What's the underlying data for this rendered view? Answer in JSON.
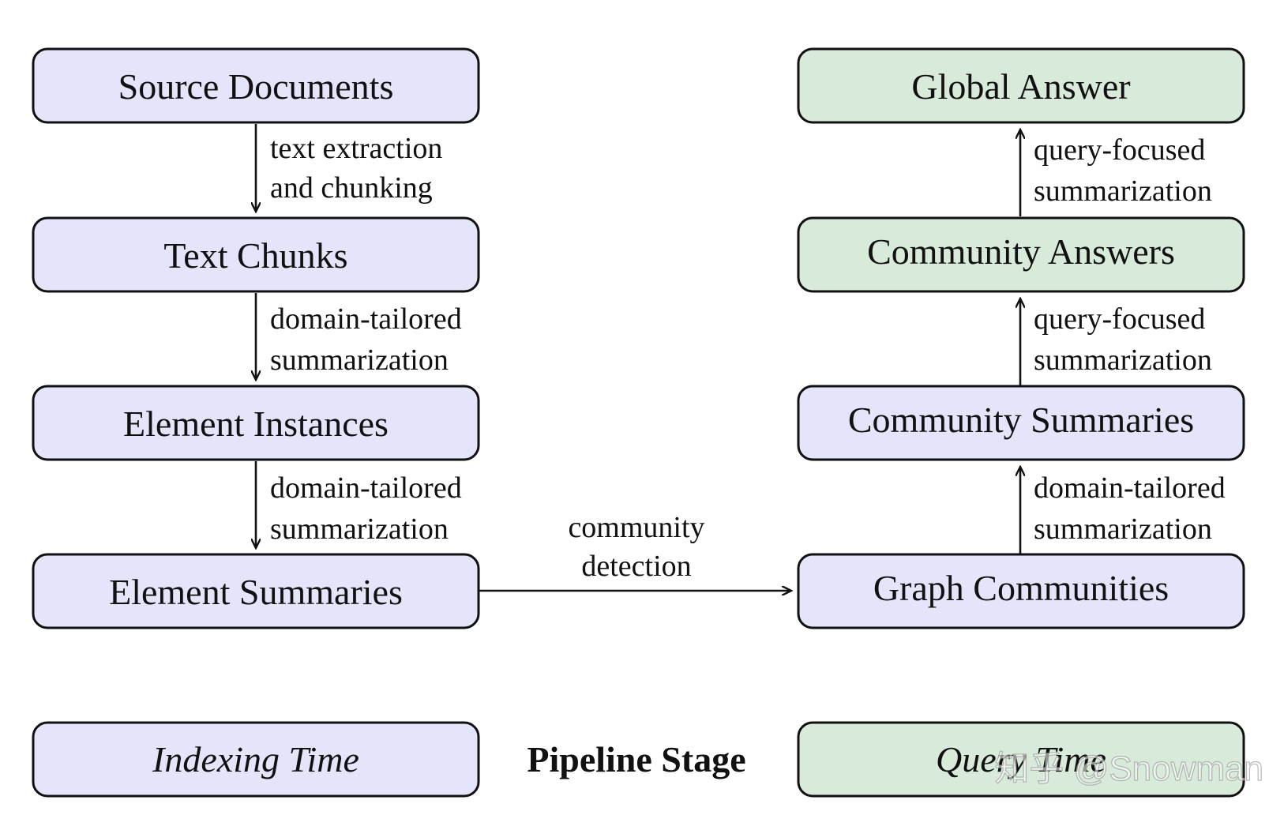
{
  "colors": {
    "indexing_fill": "#e4e4fa",
    "query_fill": "#d8eada",
    "stroke": "#111111"
  },
  "nodes": {
    "source_documents": "Source Documents",
    "text_chunks": "Text Chunks",
    "element_instances": "Element Instances",
    "element_summaries": "Element Summaries",
    "graph_communities": "Graph Communities",
    "community_summaries": "Community Summaries",
    "community_answers": "Community Answers",
    "global_answer": "Global Answer"
  },
  "edges": {
    "source_to_chunks": [
      "text extraction",
      "and chunking"
    ],
    "chunks_to_instances": [
      "domain-tailored",
      "summarization"
    ],
    "instances_to_summaries": [
      "domain-tailored",
      "summarization"
    ],
    "summaries_to_communities": [
      "community",
      "detection"
    ],
    "communities_to_community_summaries": [
      "domain-tailored",
      "summarization"
    ],
    "community_summaries_to_answers": [
      "query-focused",
      "summarization"
    ],
    "answers_to_global": [
      "query-focused",
      "summarization"
    ]
  },
  "legend": {
    "indexing_time": "Indexing Time",
    "pipeline_stage": "Pipeline Stage",
    "query_time": "Query Time"
  },
  "watermark": "知乎 @Snowman"
}
